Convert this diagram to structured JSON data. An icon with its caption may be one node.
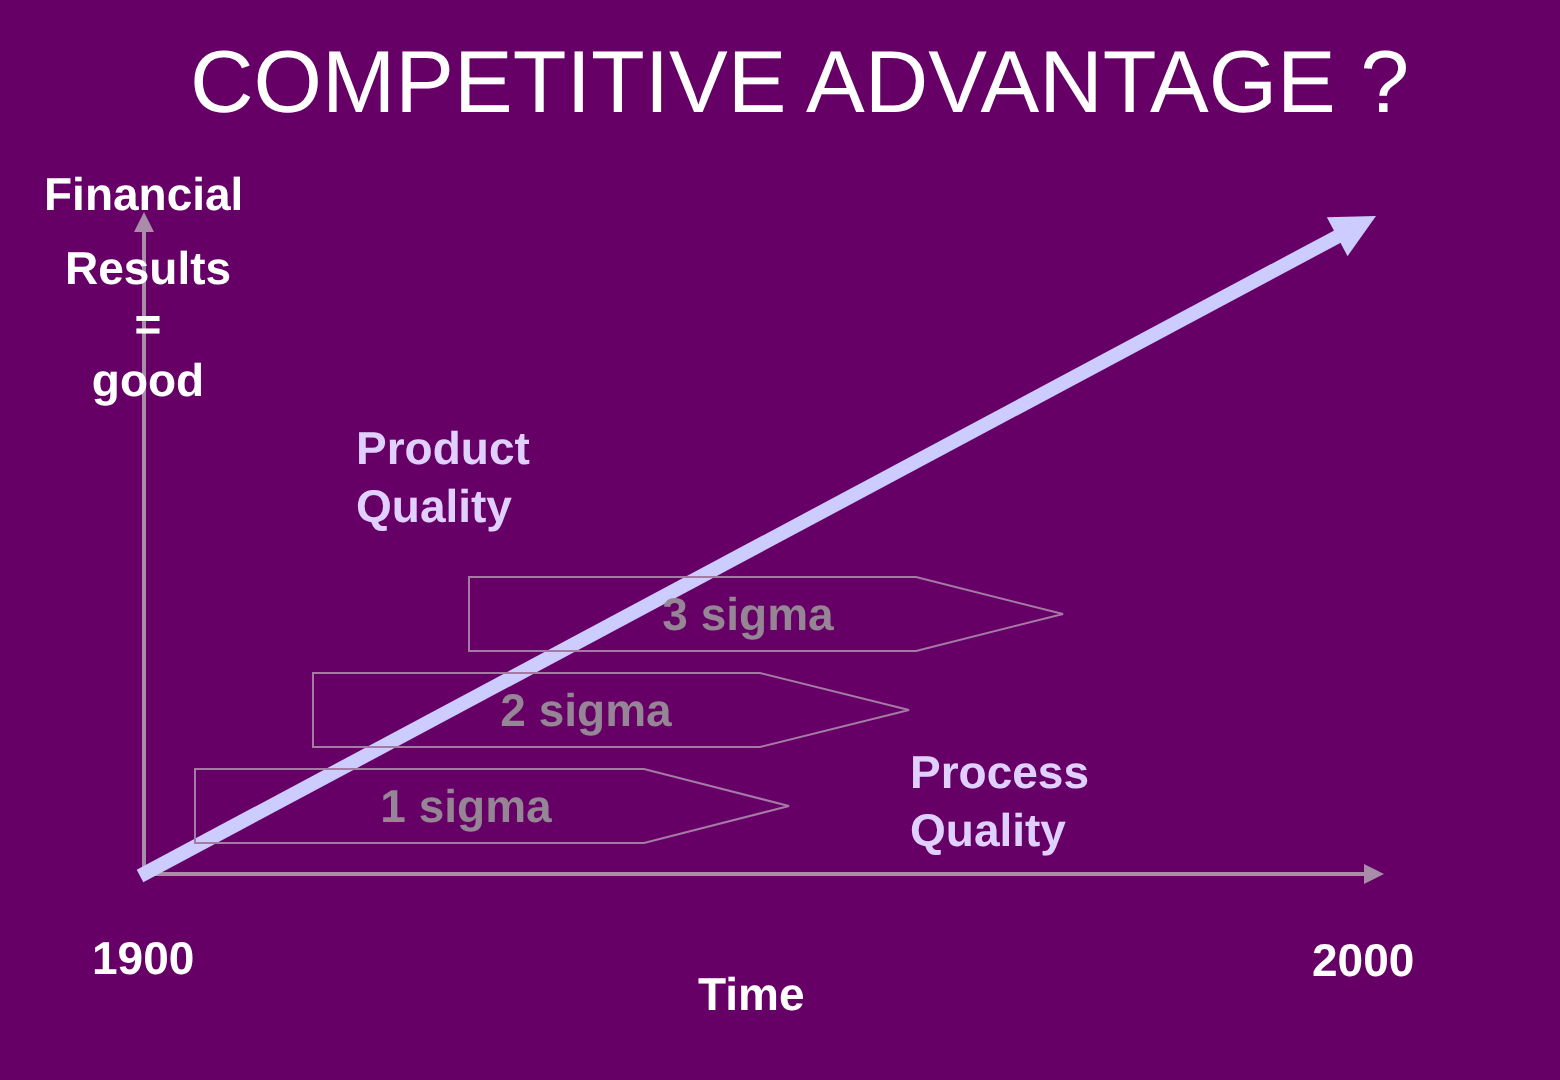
{
  "diagram": {
    "title": "COMPETITIVE ADVANTAGE ?",
    "nodes": [
      {
        "text": [
          "3 sigma"
        ]
      },
      {
        "text": [
          "2 sigma"
        ]
      },
      {
        "text": [
          "1 sigma"
        ]
      }
    ],
    "edges": [],
    "labels": [
      "Financial",
      "Results = good",
      "Product Quality",
      "Process Quality",
      "1900",
      "Time",
      "2000"
    ]
  }
}
